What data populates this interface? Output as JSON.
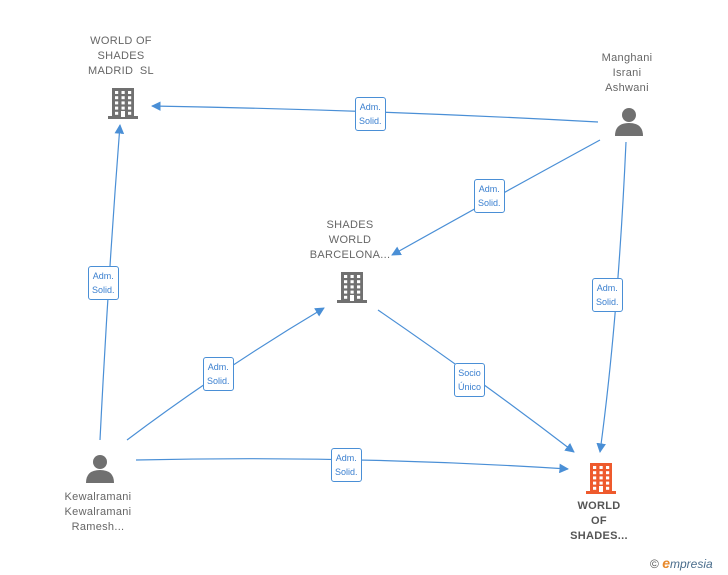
{
  "colors": {
    "edge": "#4a8fd6",
    "company": "#707070",
    "company_highlight": "#ee5a2d",
    "person": "#707070"
  },
  "nodes": [
    {
      "id": "wsm",
      "type": "company",
      "icon": "building-icon",
      "lines": [
        "WORLD OF",
        "SHADES",
        "MADRID  SL"
      ]
    },
    {
      "id": "mia",
      "type": "person",
      "icon": "person-icon",
      "lines": [
        "Manghani",
        "Israni",
        "Ashwani"
      ]
    },
    {
      "id": "swb",
      "type": "company",
      "icon": "building-icon",
      "lines": [
        "SHADES",
        "WORLD",
        "BARCELONA..."
      ]
    },
    {
      "id": "kkr",
      "type": "person",
      "icon": "person-icon",
      "lines": [
        "Kewalramani",
        "Kewalramani",
        "Ramesh..."
      ]
    },
    {
      "id": "wos",
      "type": "company-highlight",
      "icon": "building-icon",
      "lines": [
        "WORLD",
        "OF",
        "SHADES..."
      ]
    }
  ],
  "edges": [
    {
      "from": "mia",
      "to": "wsm",
      "label": [
        "Adm.",
        "Solid."
      ]
    },
    {
      "from": "mia",
      "to": "swb",
      "label": [
        "Adm.",
        "Solid."
      ]
    },
    {
      "from": "mia",
      "to": "wos",
      "label": [
        "Adm.",
        "Solid."
      ]
    },
    {
      "from": "kkr",
      "to": "wsm",
      "label": [
        "Adm.",
        "Solid."
      ]
    },
    {
      "from": "kkr",
      "to": "swb",
      "label": [
        "Adm.",
        "Solid."
      ]
    },
    {
      "from": "swb",
      "to": "wos",
      "label": [
        "Socio",
        "Único"
      ]
    },
    {
      "from": "kkr",
      "to": "wos",
      "label": [
        "Adm.",
        "Solid."
      ]
    }
  ],
  "footer": {
    "copyright": "©",
    "brand_first": "e",
    "brand_rest": "mpresia"
  }
}
